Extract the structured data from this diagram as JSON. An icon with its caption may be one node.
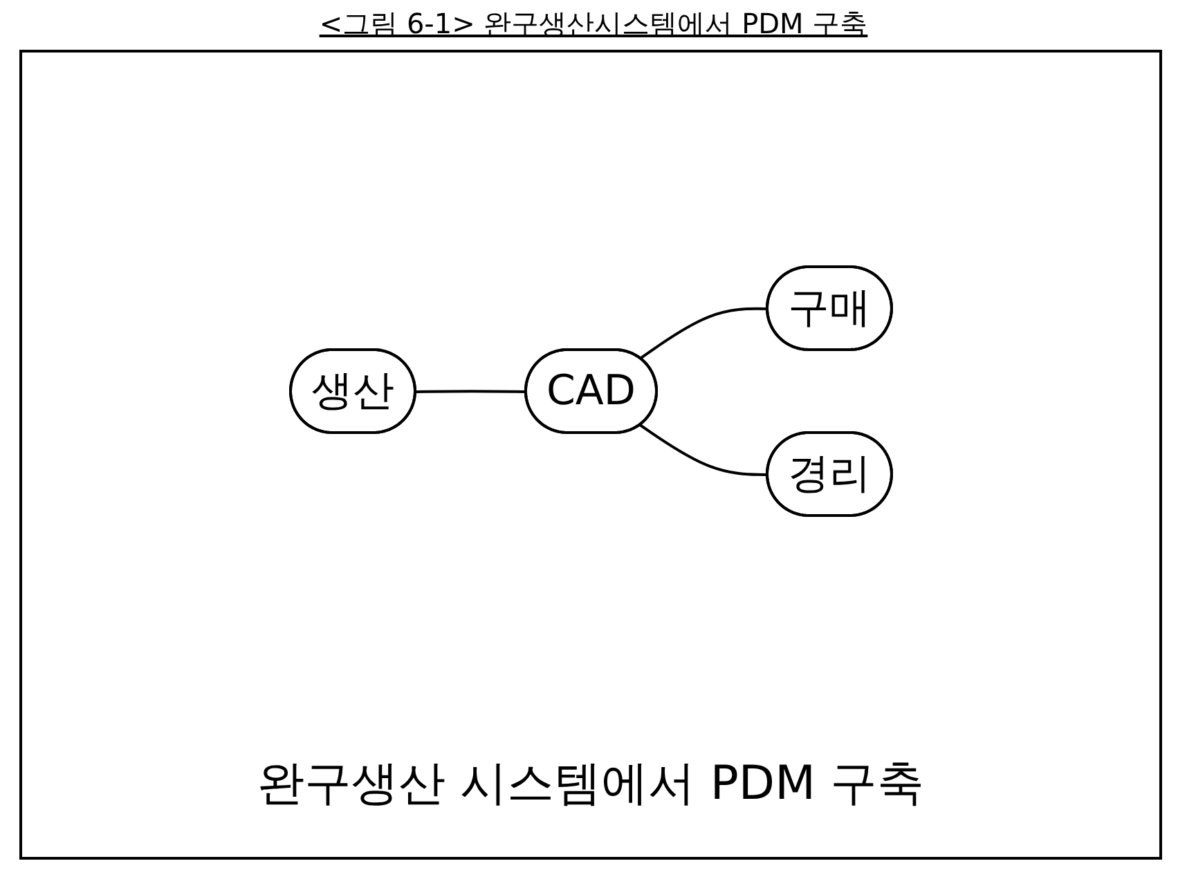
{
  "diagram": {
    "title": "<그림 6-1> 완구생산시스템에서 PDM 구축",
    "caption": "완구생산 시스템에서 PDM 구축",
    "nodes": [
      {
        "text": [
          "생산"
        ]
      },
      {
        "text": [
          "CAD"
        ]
      },
      {
        "text": [
          "구매"
        ]
      },
      {
        "text": [
          "경리"
        ]
      }
    ],
    "edges": [
      {
        "from": 0,
        "to": 1,
        "arrow": "none"
      },
      {
        "from": 1,
        "to": 2,
        "arrow": "none"
      },
      {
        "from": 1,
        "to": 3,
        "arrow": "none"
      }
    ]
  }
}
